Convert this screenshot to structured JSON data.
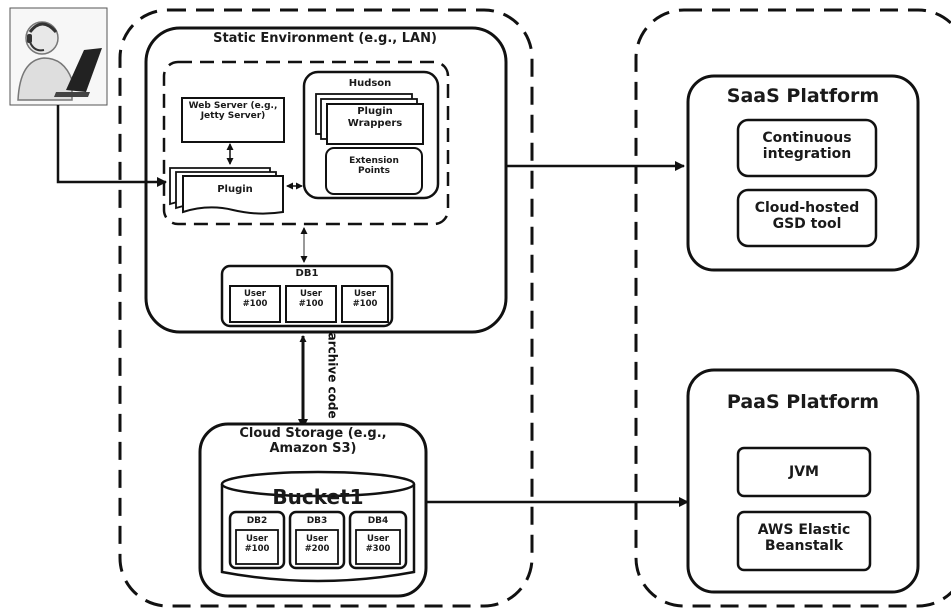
{
  "static_env": {
    "title": "Static Environment (e.g., LAN)",
    "web_server": "Web Server (e.g., Jetty Server)",
    "plugin": "Plugin",
    "hudson": "Hudson",
    "plugin_wrappers": "Plugin Wrappers",
    "extension_points": "Extension Points",
    "db1": "DB1",
    "db1_users": [
      "User #100",
      "User #100",
      "User #100"
    ]
  },
  "transfer_label": "archive code",
  "cloud_storage": {
    "title": "Cloud Storage (e.g., Amazon S3)",
    "bucket": "Bucket1",
    "dbs": [
      {
        "name": "DB2",
        "user": "User #100"
      },
      {
        "name": "DB3",
        "user": "User #200"
      },
      {
        "name": "DB4",
        "user": "User #300"
      }
    ]
  },
  "saas": {
    "title": "SaaS Platform",
    "items": [
      "Continuous integration",
      "Cloud-hosted GSD tool"
    ]
  },
  "paas": {
    "title": "PaaS Platform",
    "items": [
      "JVM",
      "AWS Elastic Beanstalk"
    ]
  }
}
